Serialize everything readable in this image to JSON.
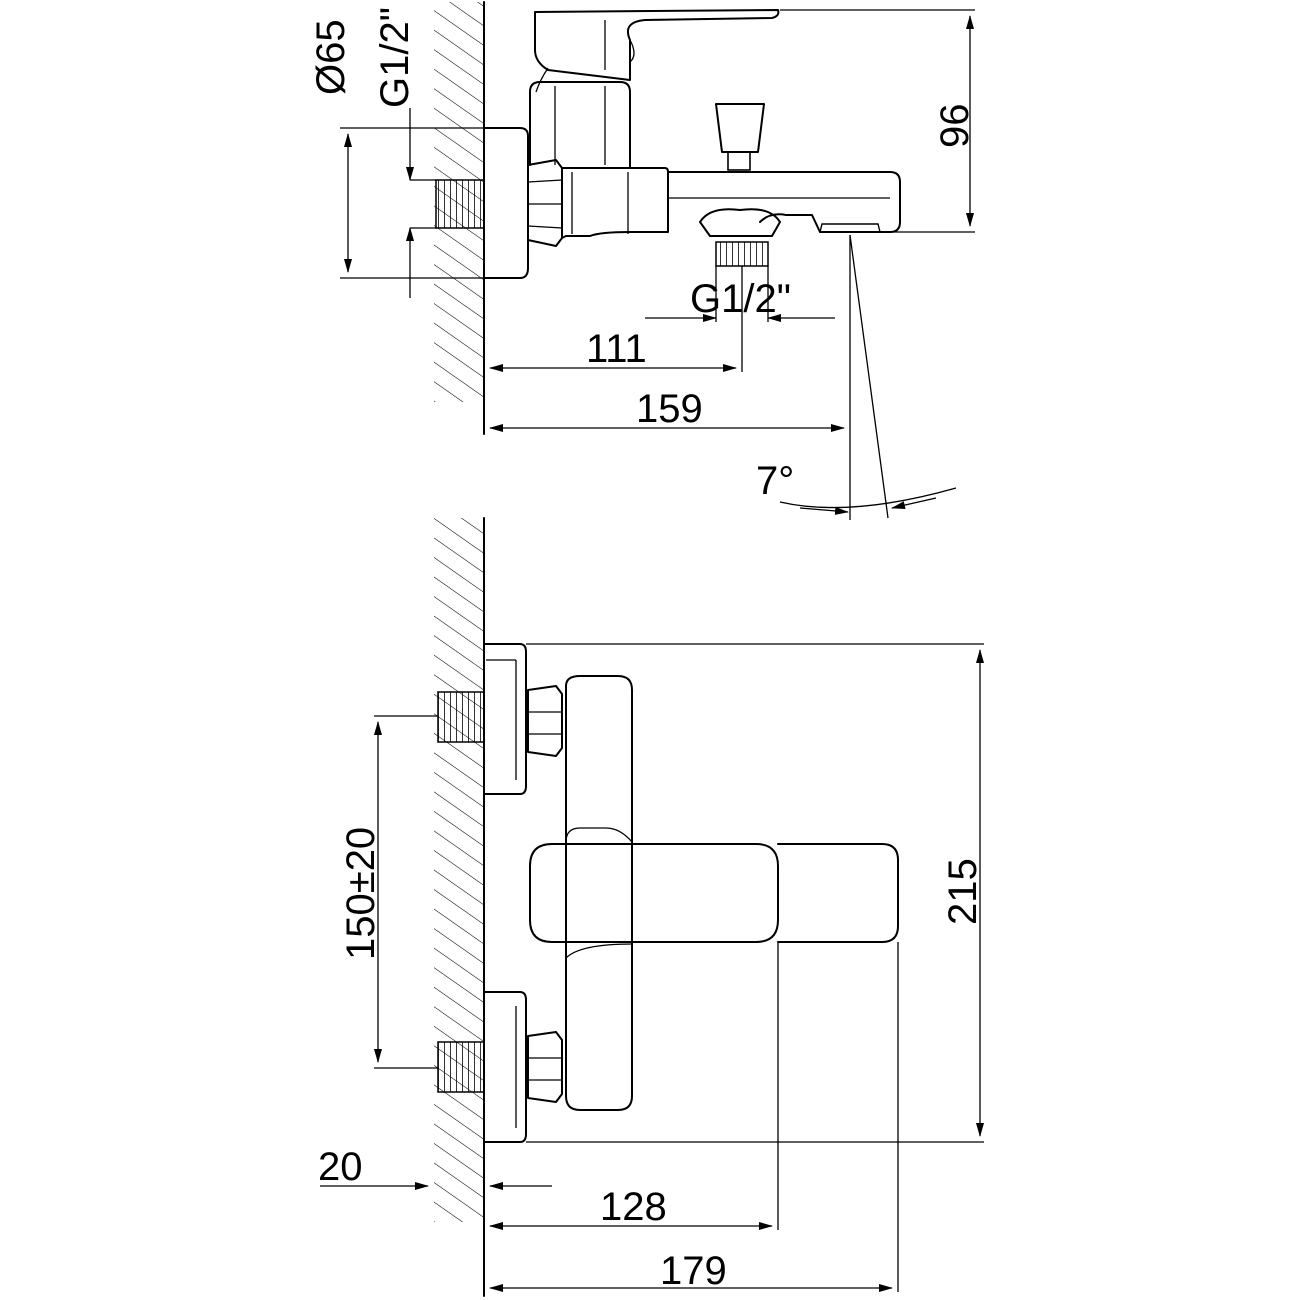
{
  "side_view": {
    "diameter_label": "Ø65",
    "inlet_thread_label": "G1/2\"",
    "height_label": "96",
    "outlet_thread_label": "G1/2\"",
    "outlet_distance_label": "111",
    "spout_length_label": "159",
    "spout_angle_label": "7°"
  },
  "front_view": {
    "inlet_spacing_label": "150±20",
    "total_height_label": "215",
    "wall_offset_label": "20",
    "handle_depth_label": "128",
    "total_depth_label": "179"
  }
}
